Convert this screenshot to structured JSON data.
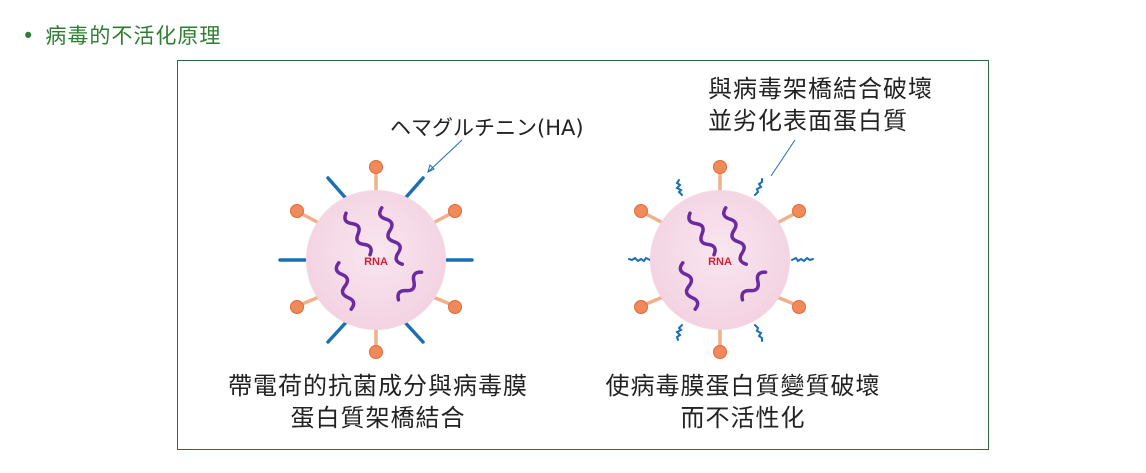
{
  "heading": {
    "bullet": "•",
    "text": "病毒的不活化原理"
  },
  "left_virus": {
    "rna_label": "RNA",
    "ha_label": "ヘマグルチニン(HA)",
    "caption_line1": "帶電荷的抗菌成分與病毒膜",
    "caption_line2": "蛋白質架橋結合"
  },
  "right_virus": {
    "rna_label": "RNA",
    "annotation_line1": "與病毒架橋結合破壞",
    "annotation_line2": "並劣化表面蛋白質",
    "caption_line1": "使病毒膜蛋白質變質破壞",
    "caption_line2": "而不活性化"
  },
  "colors": {
    "heading": "#2e7d32",
    "frame": "#2e6b39",
    "virus_fill": "#f6dbe8",
    "rna_strand": "#6a2aa0",
    "rna_text": "#d0203a",
    "spike": "#1c6fb3",
    "protein_ball": "#f08a5a",
    "protein_stem": "#f2b08a"
  }
}
